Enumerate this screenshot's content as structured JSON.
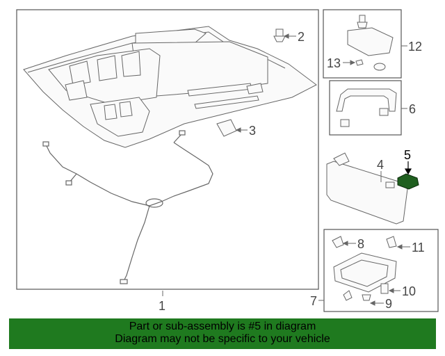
{
  "callouts": {
    "c1": "1",
    "c2": "2",
    "c3": "3",
    "c4": "4",
    "c5": "5",
    "c6": "6",
    "c7": "7",
    "c8": "8",
    "c9": "9",
    "c10": "10",
    "c11": "11",
    "c12": "12",
    "c13": "13"
  },
  "highlight_part": "5",
  "colors": {
    "line": "#666666",
    "highlight_part": "#1f5f1f",
    "banner": "#1f7a1f"
  },
  "banner": {
    "line1": "Part or sub-assembly is #5 in diagram",
    "line2": "Diagram may not be specific to your vehicle"
  }
}
